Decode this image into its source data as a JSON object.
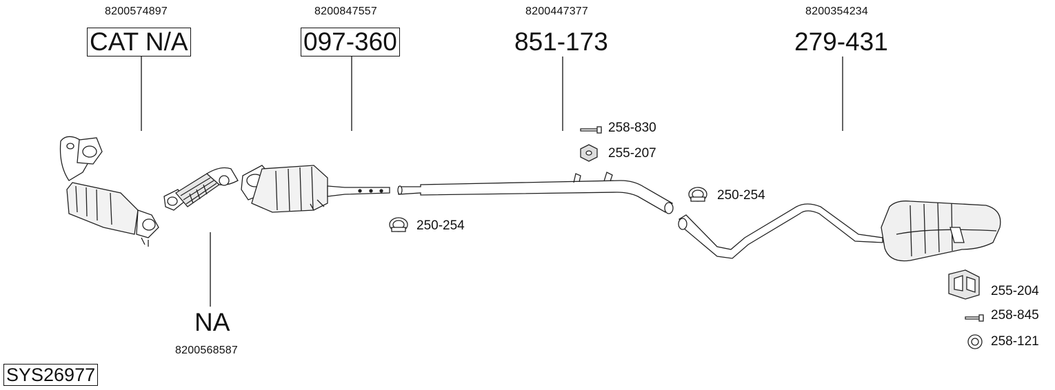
{
  "diagram_id": "SYS26977",
  "parts": [
    {
      "oem": "8200574897",
      "code": "CAT N/A",
      "boxed": true
    },
    {
      "oem": "8200847557",
      "code": "097-360",
      "boxed": true
    },
    {
      "oem": "8200447377",
      "code": "851-173",
      "boxed": false
    },
    {
      "oem": "8200354234",
      "code": "279-431",
      "boxed": false
    },
    {
      "oem": "8200568587",
      "code": "NA",
      "boxed": false
    }
  ],
  "accessories": [
    {
      "code": "258-830",
      "icon": "bolt-icon"
    },
    {
      "code": "255-207",
      "icon": "rubber-mount-icon"
    },
    {
      "code": "250-254",
      "icon": "clamp-icon"
    },
    {
      "code": "250-254",
      "icon": "clamp-icon"
    },
    {
      "code": "255-204",
      "icon": "hanger-bracket-icon"
    },
    {
      "code": "258-845",
      "icon": "bolt-icon"
    },
    {
      "code": "258-121",
      "icon": "ring-gasket-icon"
    }
  ],
  "colors": {
    "line": "#222222",
    "part_fill": "#ffffff",
    "shade": "#bdbdbd"
  }
}
